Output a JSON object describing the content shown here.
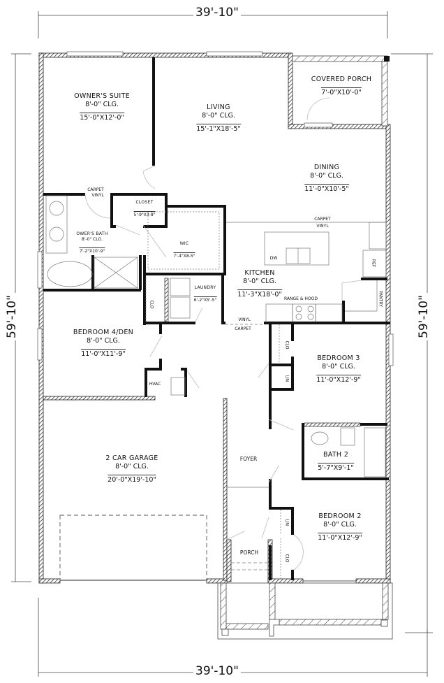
{
  "dimensions": {
    "top_width": "39'-10\"",
    "bottom_width": "39'-10\"",
    "left_depth": "59'-10\"",
    "right_depth": "59'-10\""
  },
  "rooms": {
    "owners_suite": {
      "name": "OWNER'S SUITE",
      "ceiling": "8'-0\" CLG.",
      "size": "15'-0\"X12'-0\""
    },
    "living": {
      "name": "LIVING",
      "ceiling": "8'-0\" CLG.",
      "size": "15'-1\"X18'-5\""
    },
    "covered_porch": {
      "name": "COVERED PORCH",
      "size": "7'-0\"X10'-0\""
    },
    "dining": {
      "name": "DINING",
      "ceiling": "8'-0\" CLG.",
      "size": "11'-0\"X10'-5\""
    },
    "owners_bath": {
      "name": "OWER'S BATH",
      "ceiling": "8'-0\" CLG.",
      "size": "7'-2\"X10'-9\""
    },
    "closet": {
      "name": "CLOSET",
      "size": "5'-9\"X3-8\""
    },
    "wic": {
      "name": "WIC",
      "size": "7'-4\"X8-5\""
    },
    "laundry": {
      "name": "LAUNDRY",
      "size": "6'-2\"X5'-5\""
    },
    "kitchen": {
      "name": "KITCHEN",
      "ceiling": "8'-0\" CLG.",
      "size": "11'-3\"X18'-0\""
    },
    "bedroom4": {
      "name": "BEDROOM 4/DEN",
      "ceiling": "8'-0\" CLG.",
      "size": "11'-0\"X11'-9\""
    },
    "bedroom3": {
      "name": "BEDROOM 3",
      "ceiling": "8'-0\" CLG.",
      "size": "11'-0\"X12'-9\""
    },
    "bath2": {
      "name": "BATH 2",
      "size": "5'-7\"X9'-1\""
    },
    "bedroom2": {
      "name": "BEDROOM 2",
      "ceiling": "8'-0\" CLG.",
      "size": "11'-0\"X12'-9\""
    },
    "garage": {
      "name": "2 CAR GARAGE",
      "ceiling": "8'-0\" CLG.",
      "size": "20'-0\"X19'-10\""
    },
    "foyer": {
      "name": "FOYER"
    },
    "porch": {
      "name": "PORCH"
    },
    "hvac": {
      "name": "HVAC"
    }
  },
  "annotations": {
    "carpet": "CARPET",
    "vinyl": "VINYL",
    "dw": "DW",
    "ref": "REF",
    "pantry": "PANTRY",
    "range_hood": "RANGE & HOOD",
    "clo": "CLO",
    "lin": "LIN"
  }
}
